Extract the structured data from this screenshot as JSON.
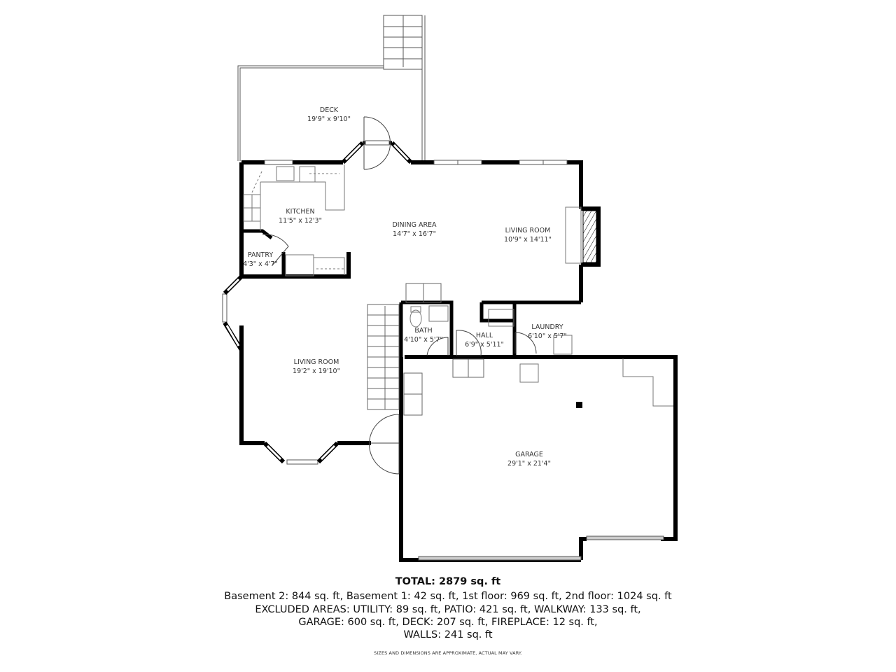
{
  "floorplan": {
    "rooms": [
      {
        "id": "deck",
        "name": "DECK",
        "dimensions": "19'9\" x 9'10\""
      },
      {
        "id": "kitchen",
        "name": "KITCHEN",
        "dimensions": "11'5\" x 12'3\""
      },
      {
        "id": "pantry",
        "name": "PANTRY",
        "dimensions": "4'3\" x 4'7\""
      },
      {
        "id": "dining-area",
        "name": "DINING AREA",
        "dimensions": "14'7\" x 16'7\""
      },
      {
        "id": "living-room-east",
        "name": "LIVING ROOM",
        "dimensions": "10'9\" x 14'11\""
      },
      {
        "id": "bath",
        "name": "BATH",
        "dimensions": "4'10\" x 5'7\""
      },
      {
        "id": "hall",
        "name": "HALL",
        "dimensions": "6'9\" x 5'11\""
      },
      {
        "id": "laundry",
        "name": "LAUNDRY",
        "dimensions": "6'10\" x 5'7\""
      },
      {
        "id": "living-room-west",
        "name": "LIVING ROOM",
        "dimensions": "19'2\" x 19'10\""
      },
      {
        "id": "garage",
        "name": "GARAGE",
        "dimensions": "29'1\" x 21'4\""
      }
    ],
    "colors": {
      "wall": "#000000",
      "fixture": "#888888",
      "background": "#ffffff"
    }
  },
  "footer": {
    "total": "TOTAL: 2879 sq. ft",
    "lines": [
      "Basement 2: 844 sq. ft, Basement 1: 42 sq. ft, 1st floor: 969 sq. ft, 2nd floor: 1024 sq. ft",
      "EXCLUDED AREAS: UTILITY: 89 sq. ft, PATIO: 421 sq. ft, WALKWAY: 133 sq. ft,",
      "GARAGE: 600 sq. ft, DECK: 207 sq. ft, FIREPLACE: 12 sq. ft,",
      "WALLS: 241 sq. ft"
    ],
    "disclaimer": "SIZES AND DIMENSIONS ARE APPROXIMATE, ACTUAL MAY VARY."
  }
}
